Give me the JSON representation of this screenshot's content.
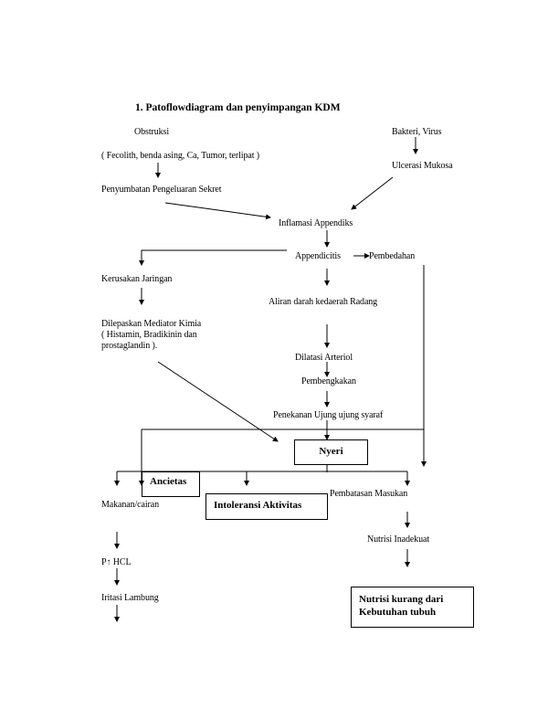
{
  "title": "1.   Patoflowdiagram dan penyimpangan KDM",
  "nodes": {
    "obstruksi": "Obstruksi",
    "obstruksi_detail": "( Fecolith, benda asing, Ca, Tumor, terlipat )",
    "penyumbatan": "Penyumbatan Pengeluaran Sekret",
    "bakteri": "Bakteri, Virus",
    "ulcerasi": "Ulcerasi Mukosa",
    "inflamasi": "Inflamasi Appendiks",
    "appendicitis": "Appendicitis",
    "pembedahan": "Pembedahan",
    "kerusakan": "Kerusakan Jaringan",
    "aliran": "Aliran darah kedaerah Radang",
    "mediator_line1": "Dilepaskan Mediator Kimia",
    "mediator_line2": "( Histamin, Bradikinin dan",
    "mediator_line3": "prostaglandin ).",
    "dilatasi": "Dilatasi Arteriol",
    "pembengkakan": "Pembengkakan",
    "penekanan": "Penekanan Ujung ujung syaraf",
    "nyeri": "Nyeri",
    "ancietas": "Ancietas",
    "intoleransi": "Intoleransi Aktivitas",
    "pembatasan": "Pembatasan Masukan",
    "makanan": "Makanan/cairan",
    "phcl": "P↑ HCL",
    "iritasi": "Iritasi Lambung",
    "nutrisi_inadekuat": "Nutrisi Inadekuat",
    "nutrisi_kurang_line1": "Nutrisi kurang dari",
    "nutrisi_kurang_line2": "Kebutuhan tubuh"
  }
}
